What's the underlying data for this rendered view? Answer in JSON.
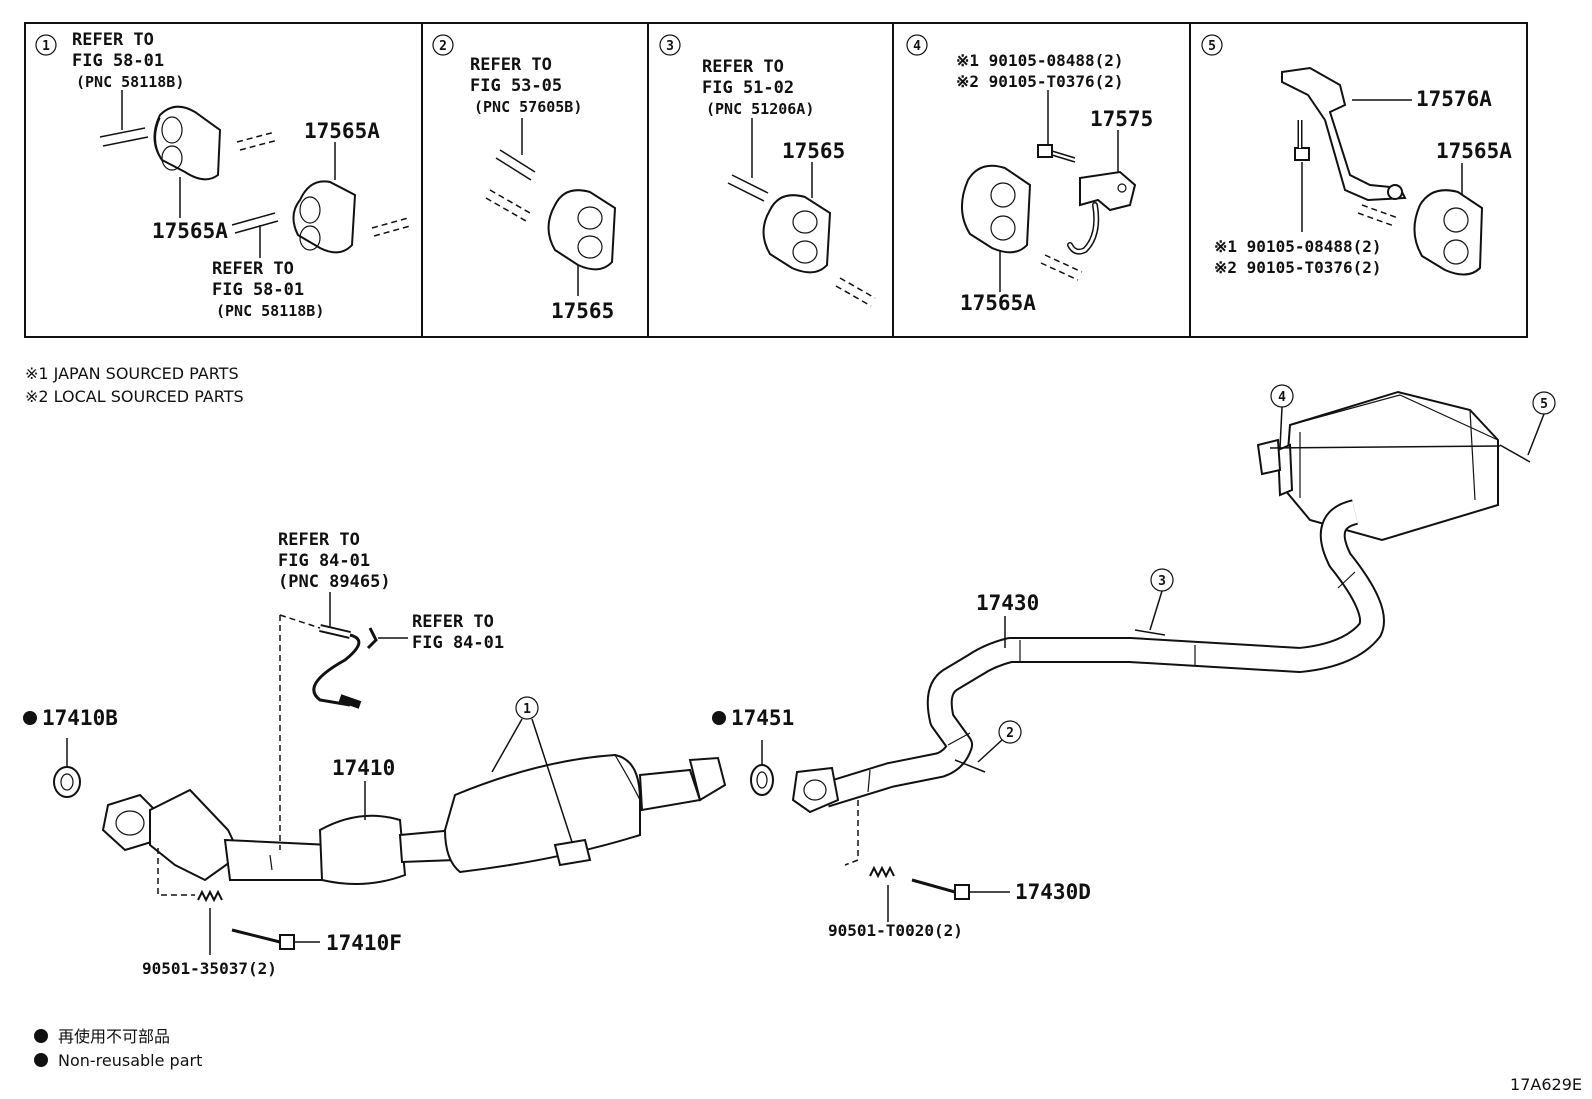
{
  "panels": [
    {
      "num": "1",
      "refer_lines": [
        "REFER TO",
        "FIG 58-01",
        "(PNC 58118B)"
      ],
      "part_a": "17565A",
      "part_b": "17565A",
      "refer2_lines": [
        "REFER TO",
        "FIG 58-01",
        "(PNC 58118B)"
      ]
    },
    {
      "num": "2",
      "refer_lines": [
        "REFER TO",
        "FIG 53-05",
        "(PNC 57605B)"
      ],
      "part": "17565"
    },
    {
      "num": "3",
      "refer_lines": [
        "REFER TO",
        "FIG 51-02",
        "(PNC 51206A)"
      ],
      "part": "17565"
    },
    {
      "num": "4",
      "bolt_lines": [
        "※1 90105-08488(2)",
        "※2 90105-T0376(2)"
      ],
      "part_a": "17575",
      "part_b": "17565A"
    },
    {
      "num": "5",
      "part_a": "17576A",
      "part_b": "17565A",
      "bolt_lines": [
        "※1 90105-08488(2)",
        "※2 90105-T0376(2)"
      ]
    }
  ],
  "notes": [
    "※1 JAPAN SOURCED PARTS",
    "※2 LOCAL SOURCED PARTS"
  ],
  "main": {
    "sensor_refer": [
      "REFER TO",
      "FIG 84-01",
      "(PNC 89465)"
    ],
    "clip_refer": [
      "REFER TO",
      "FIG 84-01"
    ],
    "gasket_front": "17410B",
    "gasket_mid": "17451",
    "front_pipe": "17410",
    "tail_pipe": "17430",
    "spring_front": "90501-35037(2)",
    "bolt_front": "17410F",
    "spring_rear": "90501-T0020(2)",
    "bolt_rear": "17430D",
    "callouts": [
      "1",
      "2",
      "3",
      "4",
      "5"
    ]
  },
  "legend": [
    "再使用不可部品",
    "Non-reusable part"
  ],
  "figure_code": "17A629E"
}
